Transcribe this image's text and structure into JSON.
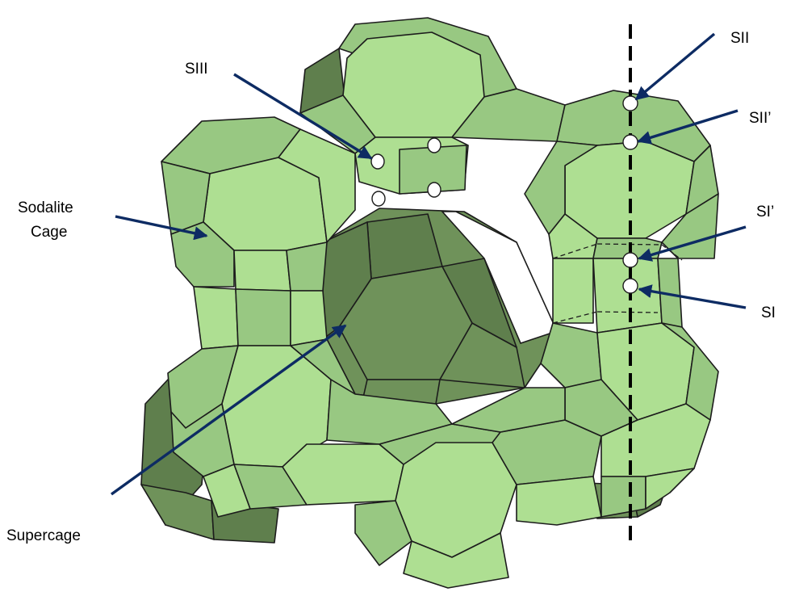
{
  "labels": {
    "s3": "SIII",
    "sodalite_line1": "Sodalite",
    "sodalite_line2": "Cage",
    "supercage": "Supercage",
    "s2": "SII",
    "s2prime": "SII’",
    "s1prime": "SI’",
    "s1": "SI"
  },
  "colors": {
    "light_green": "#aedf92",
    "mid_green": "#98c882",
    "dark_green": "#6f925a",
    "darker_green": "#5f7f4d",
    "arrow": "#0d2b63",
    "outline": "#1c1c1c"
  },
  "icons": {
    "pointer": "arrow-icon",
    "cation_site": "circle-marker-icon"
  }
}
